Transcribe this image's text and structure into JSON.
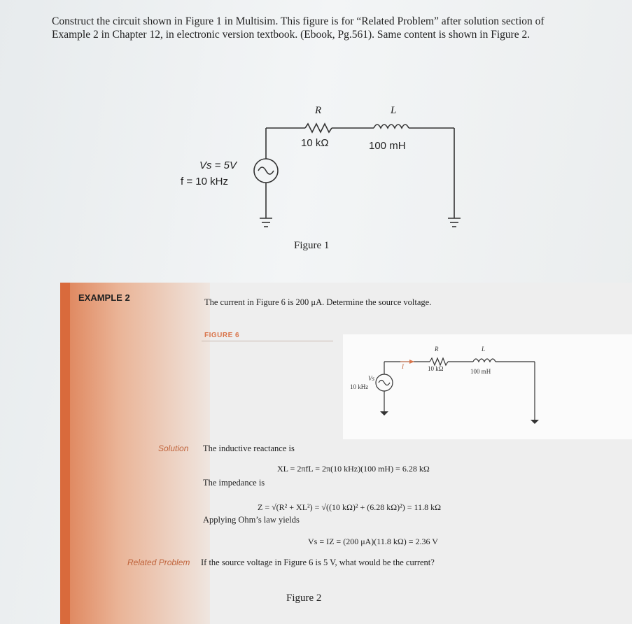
{
  "intro_text": "Construct the circuit shown in Figure 1 in Multisim. This figure is for “Related Problem” after solution section of Example 2 in Chapter 12, in electronic version textbook. (Ebook, Pg.561). Same content is shown in Figure 2.",
  "figure1": {
    "r_symbol": "R",
    "r_value": "10 kΩ",
    "l_symbol": "L",
    "l_value": "100 mH",
    "vs_label": "Vs = 5V",
    "f_label": "f = 10 kHz",
    "caption": "Figure 1"
  },
  "example": {
    "label": "EXAMPLE 2",
    "problem": "The current in Figure 6 is 200 μA. Determine the source voltage.",
    "figure_label": "FIGURE 6",
    "fig6_r_symbol": "R",
    "fig6_r_value": "10 kΩ",
    "fig6_l_symbol": "L",
    "fig6_l_value": "100 mH",
    "fig6_current": "I",
    "fig6_vs": "Vs",
    "fig6_freq": "10 kHz",
    "solution_label": "Solution",
    "line1": "The inductive reactance is",
    "eq1": "XL = 2πfL = 2π(10 kHz)(100 mH) = 6.28 kΩ",
    "line2": "The impedance is",
    "eq2": "Z = √(R² + XL²) = √((10 kΩ)² + (6.28 kΩ)²) = 11.8 kΩ",
    "line3": "Applying Ohm’s law yields",
    "eq3": "Vs = IZ = (200 μA)(11.8 kΩ) = 2.36 V",
    "related_label": "Related Problem",
    "related_text": "If the source voltage in Figure 6 is 5 V, what would be the current?",
    "caption": "Figure 2"
  }
}
